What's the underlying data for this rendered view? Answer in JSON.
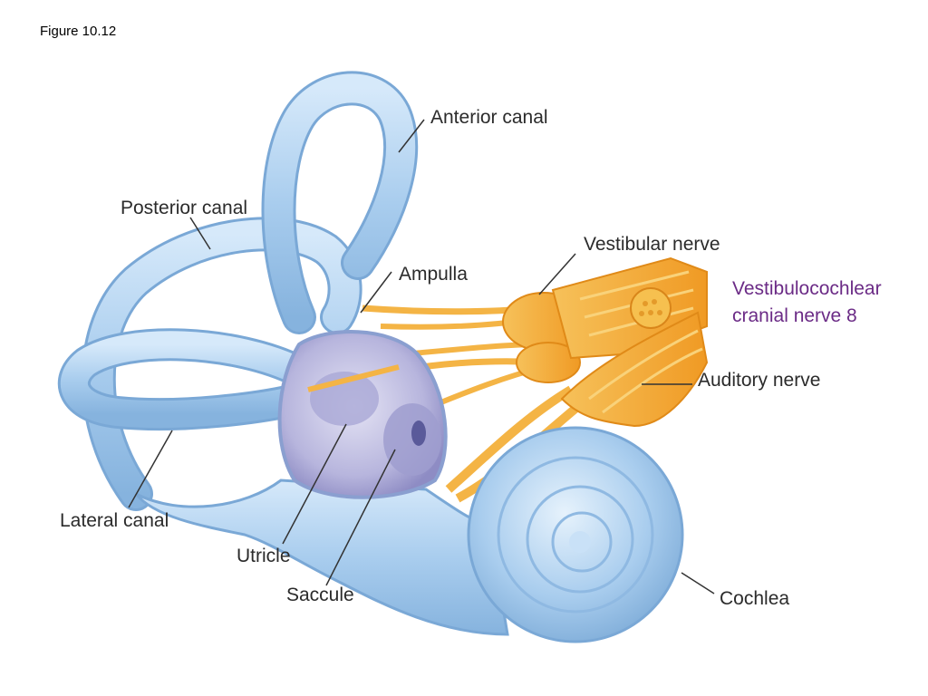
{
  "figure_label": "Figure 10.12",
  "labels": {
    "anterior_canal": "Anterior canal",
    "posterior_canal": "Posterior canal",
    "vestibular_nerve": "Vestibular nerve",
    "ampulla": "Ampulla",
    "auditory_nerve": "Auditory nerve",
    "lateral_canal": "Lateral canal",
    "utricle": "Utricle",
    "saccule": "Saccule",
    "cochlea": "Cochlea"
  },
  "callout": {
    "line1": "Vestibulocochlear",
    "line2": "cranial nerve 8"
  },
  "colors": {
    "labyrinth": "#a9cdee",
    "labyrinth_outline": "#7aa8d6",
    "vestibule": "#b8b6de",
    "nerve": "#f2a531",
    "nerve_light": "#f8c65a",
    "callout_text": "#6b2b86",
    "leader_line": "#333333"
  }
}
